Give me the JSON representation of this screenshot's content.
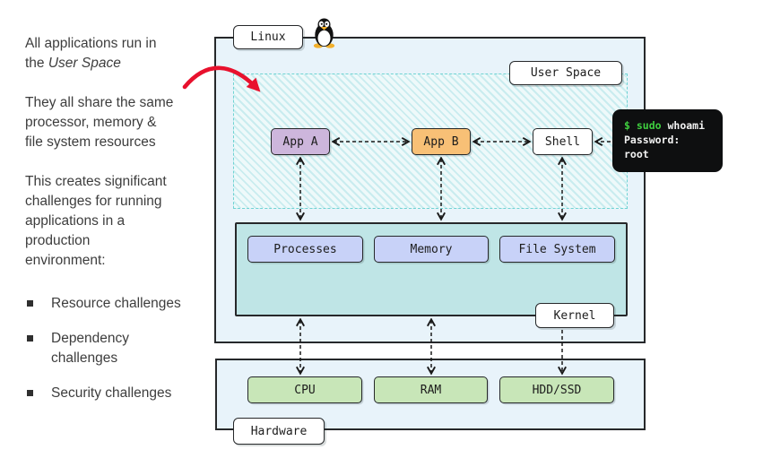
{
  "notes": {
    "para1_text": "All applications run in\nthe ",
    "para1_italic": "User Space",
    "para2": "They all share the same\nprocessor, memory &\nfile system resources",
    "para3": "This creates significant\nchallenges for running\napplications in a\nproduction\nenvironment:",
    "bullets": [
      "Resource challenges",
      "Dependency\nchallenges",
      "Security challenges"
    ]
  },
  "diagram": {
    "os_label": "Linux",
    "user_space": {
      "label": "User Space",
      "apps": [
        "App A",
        "App B",
        "Shell"
      ]
    },
    "kernel": {
      "label": "Kernel",
      "modules": [
        "Processes",
        "Memory",
        "File System"
      ]
    },
    "hardware": {
      "label": "Hardware",
      "components": [
        "CPU",
        "RAM",
        "HDD/SSD"
      ]
    },
    "terminal": {
      "prompt": "$ sudo",
      "command": " whoami",
      "line2": "Password:",
      "line3": "root"
    },
    "colors": {
      "app_a_bg": "#cdb6dc",
      "app_b_bg": "#f8c076",
      "shell_bg": "#ffffff",
      "kernel_bg": "#bfe5e6",
      "module_bg": "#c8d2f8",
      "hardware_component_bg": "#c8e6b8",
      "layer_bg": "#e8f3fa",
      "hatch_teal": "#6fd3d3",
      "terminal_bg": "#0e0f10",
      "terminal_green": "#3fcf3f",
      "annotation_red": "#e8112d",
      "border_dark": "#26282a"
    }
  }
}
